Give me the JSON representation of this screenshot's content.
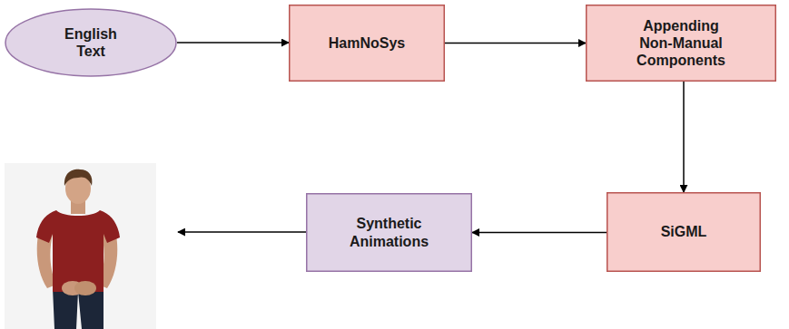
{
  "diagram": {
    "nodes": [
      {
        "text": [
          "English Text"
        ]
      },
      {
        "text": [
          "HamNoSys"
        ]
      },
      {
        "text": [
          "Appending Non-Manual Components"
        ]
      },
      {
        "text": [
          "SiGML"
        ]
      },
      {
        "text": [
          "Synthetic Animations"
        ]
      }
    ],
    "edges": [
      {
        "from": 0,
        "to": 1,
        "arrow": "to"
      },
      {
        "from": 1,
        "to": 2,
        "arrow": "to"
      },
      {
        "from": 2,
        "to": 3,
        "arrow": "to"
      },
      {
        "from": 3,
        "to": 4,
        "arrow": "to"
      }
    ]
  }
}
